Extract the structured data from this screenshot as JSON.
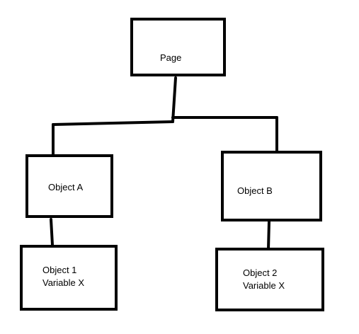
{
  "nodes": {
    "page": {
      "label": "Page"
    },
    "object_a": {
      "label": "Object A"
    },
    "object_b": {
      "label": "Object B"
    },
    "object_1": {
      "line1": "Object 1",
      "line2": "Variable X"
    },
    "object_2": {
      "line1": "Object 2",
      "line2": "Variable X"
    }
  },
  "style": {
    "stroke_color": "#000000",
    "background": "#ffffff"
  }
}
